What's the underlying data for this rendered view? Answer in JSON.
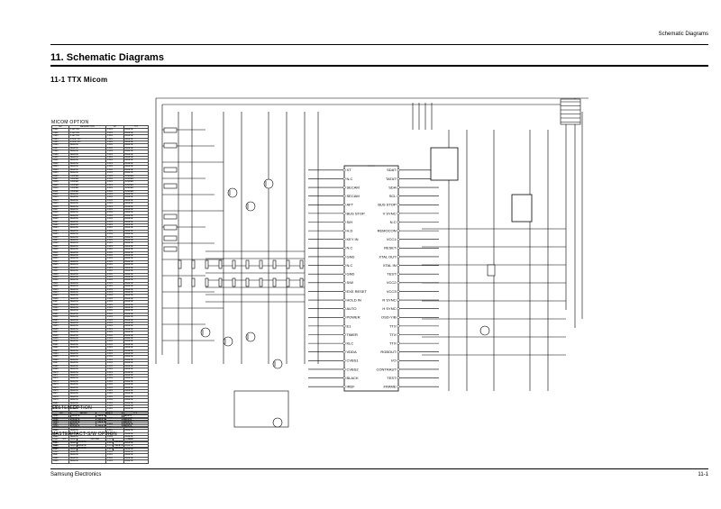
{
  "header": {
    "section": "Schematic Diagrams"
  },
  "title": "11. Schematic Diagrams",
  "subtitle": "11-1 TTX Micom",
  "footer": {
    "company": "Samsung Electronics",
    "page": "11-1"
  },
  "micom_option": {
    "title": "MICOM OPTION",
    "columns": [
      "NO",
      "DESCRIPTION",
      "CZ",
      "TTX"
    ],
    "rows": [
      [
        "C901",
        "0.1uF 50V",
        "1-001",
        "DELETE"
      ],
      [
        "C902",
        "0.1uF 50V",
        "1-001",
        "DELETE"
      ],
      [
        "C903",
        "0.1uF 50V",
        "1-001",
        "DELETE"
      ],
      [
        "C904",
        "0.01uF 50V",
        "1-001",
        "DELETE"
      ],
      [
        "C905",
        "0.01uF 50V",
        "1-001",
        "DELETE"
      ],
      [
        "C906",
        "DELETE",
        "1-001",
        "DELETE"
      ],
      [
        "C907",
        "DELETE",
        "1-001",
        "DELETE"
      ],
      [
        "C908",
        "DELETE",
        "1-001",
        "DELETE"
      ],
      [
        "C909",
        "DELETE",
        "1-001",
        "DELETE"
      ],
      [
        "C910",
        "DELETE",
        "1-001",
        "DELETE"
      ],
      [
        "R901",
        "DELETE",
        "2-001",
        "DELETE"
      ],
      [
        "R902",
        "DELETE",
        "2-001",
        "DELETE"
      ],
      [
        "R903",
        "DELETE",
        "2-001",
        "DELETE"
      ],
      [
        "R904",
        "DELETE",
        "2-001",
        "DELETE"
      ],
      [
        "R905",
        "DELETE",
        "2-001",
        "DELETE"
      ],
      [
        "R906",
        "JUMPER",
        "2-001",
        "JUMPER"
      ],
      [
        "R907",
        "JUMPER",
        "2-001",
        "JUMPER"
      ],
      [
        "R908",
        "JUMPER",
        "2-001",
        "JUMPER"
      ],
      [
        "R909",
        "JUMPER",
        "2-001",
        "JUMPER"
      ],
      [
        "R910",
        "JUMPER",
        "2-001",
        "JUMPER"
      ],
      [
        "R911",
        "JUMPER",
        "2-001",
        "JUMPER"
      ],
      [
        "R912",
        "DELETE",
        "2-001",
        "DELETE"
      ],
      [
        "R913",
        "DELETE",
        "2-001",
        "DELETE"
      ],
      [
        "R914",
        "DELETE",
        "2-001",
        "DELETE"
      ],
      [
        "R915",
        "DELETE",
        "2-001",
        "DELETE"
      ],
      [
        "R916",
        "DELETE",
        "2-001",
        "DELETE"
      ],
      [
        "R917",
        "DELETE",
        "2-001",
        "DELETE"
      ],
      [
        "R918",
        "DELETE",
        "2-001",
        "DELETE"
      ],
      [
        "R919",
        "DELETE",
        "2-001",
        "DELETE"
      ],
      [
        "R920",
        "DELETE",
        "2-001",
        "DELETE"
      ],
      [
        "R921",
        "DELETE",
        "2-001",
        "DELETE"
      ],
      [
        "R922",
        "DELETE",
        "2-001",
        "DELETE"
      ],
      [
        "R923",
        "DELETE",
        "2-001",
        "DELETE"
      ],
      [
        "R924",
        "DELETE",
        "2-001",
        "DELETE"
      ],
      [
        "R925",
        "DELETE",
        "2-001",
        "DELETE"
      ],
      [
        "R926",
        "DELETE",
        "2-001",
        "DELETE"
      ],
      [
        "R927",
        "DELETE",
        "2-001",
        "DELETE"
      ],
      [
        "R928",
        "DELETE",
        "2-001",
        "DELETE"
      ],
      [
        "R929",
        "DELETE",
        "2-001",
        "DELETE"
      ],
      [
        "R930",
        "DELETE",
        "2-001",
        "DELETE"
      ],
      [
        "R931",
        "DELETE",
        "2-001",
        "DELETE"
      ],
      [
        "R932",
        "DELETE",
        "2-001",
        "DELETE"
      ],
      [
        "R933",
        "DELETE",
        "2-001",
        "DELETE"
      ],
      [
        "R934",
        "DELETE",
        "2-001",
        "DELETE"
      ],
      [
        "R935",
        "DELETE",
        "2-001",
        "DELETE"
      ],
      [
        "R936",
        "DELETE",
        "2-001",
        "DELETE"
      ],
      [
        "R937",
        "DELETE",
        "2-001",
        "DELETE"
      ],
      [
        "R938",
        "DELETE",
        "2-001",
        "DELETE"
      ],
      [
        "R939",
        "DELETE",
        "2-001",
        "DELETE"
      ],
      [
        "R940",
        "DELETE",
        "2-001",
        "DELETE"
      ],
      [
        "R941",
        "DELETE",
        "2-001",
        "DELETE"
      ],
      [
        "R942",
        "DELETE",
        "2-001",
        "DELETE"
      ],
      [
        "R943",
        "DELETE",
        "2-001",
        "DELETE"
      ],
      [
        "R944",
        "DELETE",
        "2-001",
        "DELETE"
      ],
      [
        "R945",
        "DELETE",
        "2-001",
        "DELETE"
      ],
      [
        "R946",
        "DELETE",
        "2-001",
        "DELETE"
      ],
      [
        "R947",
        "DELETE",
        "2-001",
        "DELETE"
      ],
      [
        "R948",
        "DELETE",
        "2-001",
        "DELETE"
      ],
      [
        "R949",
        "DELETE",
        "2-001",
        "DELETE"
      ],
      [
        "R950",
        "DELETE",
        "2-001",
        "DELETE"
      ],
      [
        "R951",
        "DELETE",
        "2-001",
        "DELETE"
      ],
      [
        "R952",
        "DELETE",
        "2-001",
        "DELETE"
      ],
      [
        "R953",
        "DELETE",
        "2-001",
        "DELETE"
      ],
      [
        "R954",
        "DELETE",
        "2-001",
        "DELETE"
      ],
      [
        "R955",
        "DELETE",
        "2-001",
        "DELETE"
      ],
      [
        "R956",
        "DELETE",
        "2-001",
        "DELETE"
      ],
      [
        "R957",
        "DELETE",
        "2-001",
        "DELETE"
      ],
      [
        "R958",
        "DELETE",
        "2-001",
        "DELETE"
      ],
      [
        "R959",
        "DELETE",
        "2-001",
        "DELETE"
      ],
      [
        "R960",
        "DELETE",
        "2-001",
        "DELETE"
      ],
      [
        "R961",
        "DELETE",
        "2-001",
        "DELETE"
      ],
      [
        "R962",
        "DELETE",
        "2-001",
        "DELETE"
      ],
      [
        "R963",
        "DELETE",
        "2-001",
        "DELETE"
      ],
      [
        "R964",
        "DELETE",
        "2-001",
        "DELETE"
      ],
      [
        "R965",
        "DELETE",
        "2-001",
        "DELETE"
      ],
      [
        "R966",
        "DELETE",
        "2-001",
        "DELETE"
      ],
      [
        "R967",
        "DELETE",
        "2-001",
        "DELETE"
      ],
      [
        "R968",
        "DELETE",
        "2-001",
        "DELETE"
      ],
      [
        "R969",
        "DELETE",
        "2-001",
        "DELETE"
      ],
      [
        "R970",
        "DELETE",
        "2-001",
        "DELETE"
      ],
      [
        "R971",
        "DELETE",
        "2-001",
        "DELETE"
      ],
      [
        "R972",
        "DELETE",
        "2-001",
        "DELETE"
      ],
      [
        "R973",
        "DELETE",
        "2-001",
        "DELETE"
      ],
      [
        "R974",
        "DELETE",
        "2-001",
        "DELETE"
      ],
      [
        "R975",
        "DELETE",
        "2-001",
        "DELETE"
      ],
      [
        "R976",
        "DELETE",
        "2-001",
        "DELETE"
      ],
      [
        "R977",
        "DELETE",
        "2-001",
        "DELETE"
      ],
      [
        "R978",
        "DELETE",
        "2-001",
        "DELETE"
      ],
      [
        "R979",
        "DELETE",
        "2-001",
        "DELETE"
      ],
      [
        "R980",
        "DELETE",
        "2-001",
        "DELETE"
      ],
      [
        "R981",
        "DELETE",
        "2-001",
        "DELETE"
      ],
      [
        "R982",
        "DELETE",
        "2-001",
        "DELETE"
      ],
      [
        "R983",
        "DELETE",
        "2-001",
        "DELETE"
      ],
      [
        "R984",
        "DELETE",
        "2-001",
        "DELETE"
      ],
      [
        "R985",
        "DELETE",
        "2-001",
        "DELETE"
      ],
      [
        "R986",
        "DELETE",
        "2-001",
        "DELETE"
      ],
      [
        "R987",
        "DELETE",
        "2-001",
        "DELETE"
      ],
      [
        "R988",
        "DELETE",
        "2-001",
        "DELETE"
      ],
      [
        "R989",
        "DELETE",
        "2-001",
        "DELETE"
      ],
      [
        "R990",
        "DELETE",
        "2-001",
        "DELETE"
      ],
      [
        "R991",
        "DELETE",
        "2-001",
        "DELETE"
      ],
      [
        "R992",
        "DELETE",
        "2-001",
        "DELETE"
      ],
      [
        "R993",
        "DELETE",
        "2-001",
        "DELETE"
      ],
      [
        "R994",
        "DELETE",
        "2-001",
        "DELETE"
      ],
      [
        "R995",
        "DELETE",
        "2-001",
        "DELETE"
      ],
      [
        "R996",
        "DELETE",
        "2-001",
        "DELETE"
      ],
      [
        "R997",
        "DELETE",
        "2-001",
        "DELETE"
      ],
      [
        "R998",
        "DELETE",
        "2-001",
        "DELETE"
      ],
      [
        "R999",
        "DELETE",
        "2-001",
        "DELETE"
      ]
    ]
  },
  "system_option": {
    "title": "SYSTEM OPTION",
    "columns": [
      "NO",
      "SECAM",
      "MULTI",
      "TTX"
    ],
    "rows": [
      [
        "C801",
        "DELETE",
        "DELETE",
        "DELETE"
      ],
      [
        "C802",
        "DELETE",
        "DELETE",
        "DELETE"
      ],
      [
        "C803",
        "DELETE",
        "DELETE",
        "DELETE"
      ],
      [
        "C804",
        "DELETE",
        "DELETE",
        "DELETE"
      ]
    ]
  },
  "master_option": {
    "title": "MASTER/TACT-S/W OPTION",
    "columns": [
      "NO",
      "MASTER",
      "TACT"
    ],
    "rows": [
      [
        "S/W",
        "DELETE",
        "DELETE"
      ],
      [
        "R901",
        "DELETE",
        "DELETE"
      ],
      [
        "R902",
        "DELETE",
        "DELETE"
      ]
    ]
  },
  "ic": {
    "left_pins": [
      "XT",
      "N.C",
      "SECAM",
      "SECAM",
      "AFT",
      "BUS STOP",
      "S/H",
      "H.D",
      "KEY IN",
      "N.C",
      "GND",
      "N.C",
      "GND",
      "S/W",
      "EXE RESET",
      "HOLD IN",
      "AUTO",
      "POWER",
      "E1",
      "TIMER",
      "KLC",
      "VDDA",
      "CVBS1",
      "CVBS2",
      "BLACK",
      "IREF"
    ],
    "right_pins": [
      "SDAT",
      "TATAT",
      "SDA",
      "SCL",
      "BUS STOP",
      "V SYNC",
      "N.C",
      "REMOCON",
      "VCC1",
      "RESET",
      "XTAL OUT",
      "XTAL IN",
      "TEST",
      "VCC2",
      "VCC3",
      "R SYNC",
      "H SYNC",
      "OSD-Y/B",
      "TTX",
      "TTX",
      "TTX",
      "RGBOUT",
      "I/O",
      "CONTRAST",
      "TEST",
      "FRAME"
    ]
  }
}
